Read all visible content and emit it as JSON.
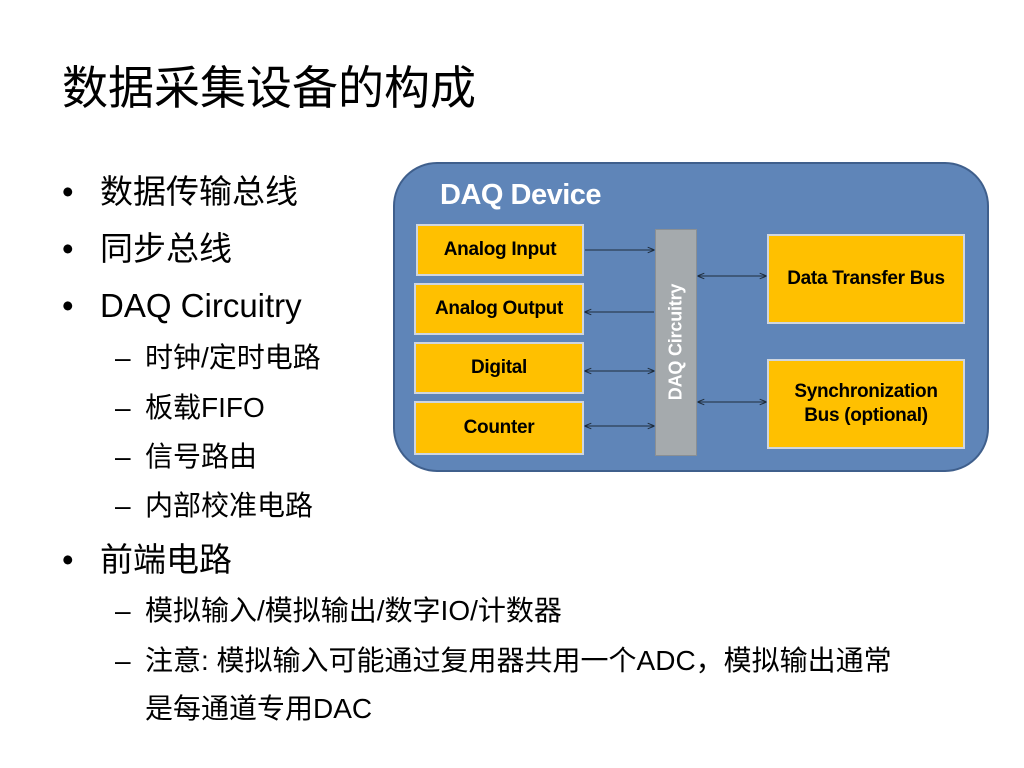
{
  "slide": {
    "title": "数据采集设备的构成",
    "bullets": [
      {
        "text": "数据传输总线"
      },
      {
        "text": "同步总线"
      },
      {
        "text": "DAQ Circuitry"
      },
      {
        "text": "前端电路"
      }
    ],
    "sub_bullets_circuitry": [
      "时钟/定时电路",
      "板载FIFO",
      "信号路由",
      "内部校准电路"
    ],
    "sub_bullets_frontend": [
      "模拟输入/模拟输出/数字IO/计数器",
      "注意: 模拟输入可能通过复用器共用一个ADC，模拟输出通常",
      "是每通道专用DAC"
    ],
    "bullet_mark": "•",
    "dash_mark": "–"
  },
  "diagram": {
    "container_label": "DAQ Device",
    "left_blocks": [
      "Analog Input",
      "Analog Output",
      "Digital",
      "Counter"
    ],
    "center_block": "DAQ Circuitry",
    "right_blocks": [
      {
        "line1": "Data Transfer Bus",
        "line2": ""
      },
      {
        "line1": "Synchronization",
        "line2": "Bus (optional)"
      }
    ],
    "colors": {
      "container_fill": "#5f85b8",
      "block_fill": "#ffc000",
      "circuitry_fill": "#a5aaad",
      "arrow": "#1f2d3d"
    },
    "arrow_directions": [
      "in",
      "out",
      "both",
      "both"
    ],
    "right_arrow_directions": [
      "both",
      "both"
    ]
  }
}
